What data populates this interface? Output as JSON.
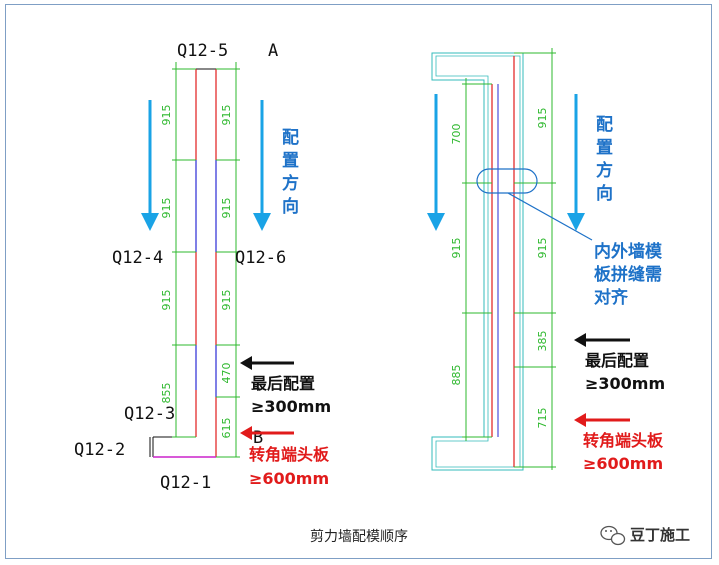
{
  "labels": {
    "q12_5": "Q12-5",
    "a": "A",
    "q12_4": "Q12-4",
    "q12_6": "Q12-6",
    "q12_3": "Q12-3",
    "q12_2": "Q12-2",
    "q12_1": "Q12-1",
    "b": "B"
  },
  "left_dims_left": [
    "915",
    "915",
    "915",
    "855"
  ],
  "left_dims_right": [
    "915",
    "915",
    "915",
    "470",
    "615"
  ],
  "right_dims_left": [
    "700",
    "915",
    "885"
  ],
  "right_dims_right": [
    "915",
    "915",
    "385",
    "715"
  ],
  "direction_chars": [
    "配",
    "置",
    "方",
    "向"
  ],
  "joint_note_lines": [
    "内外墙模",
    "板拼缝需",
    "对齐"
  ],
  "last_config": {
    "line1": "最后配置",
    "line2": "≥300mm"
  },
  "corner_plate": {
    "line1": "转角端头板",
    "line2": "≥600mm"
  },
  "caption": "剪力墙配模顺序",
  "watermark": "豆丁施工",
  "colors": {
    "dimension": "#2eb82e",
    "wall_red": "#e11b1b",
    "wall_blue": "#2a2ad6",
    "arrow_blue": "#1aa3e6",
    "text_blue": "#1e72c8",
    "cyan": "#33bbbb",
    "magenta": "#cc22cc",
    "frame": "#7f9fc5"
  }
}
